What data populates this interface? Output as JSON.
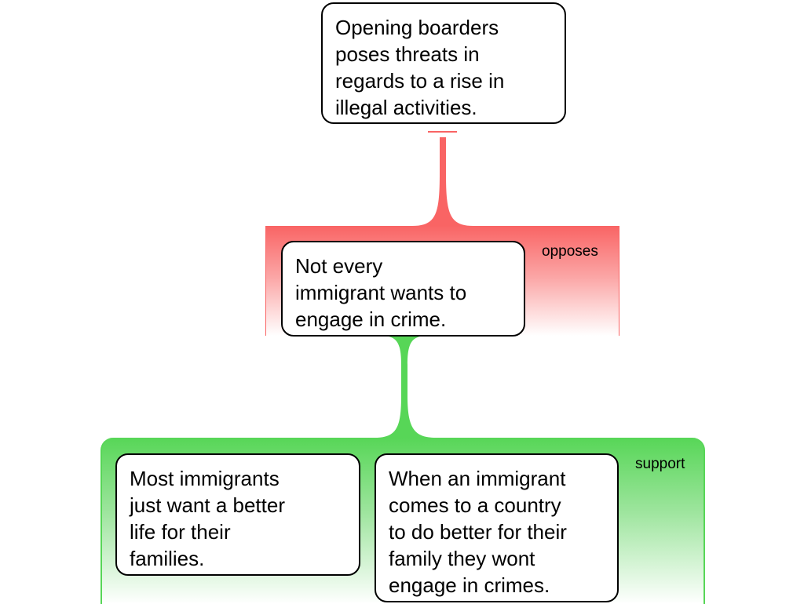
{
  "nodes": {
    "claim": "Opening boarders\nposes threats in\nregards to a rise in\nillegal activities.",
    "objection": "Not every\nimmigrant wants to\nengage in crime.",
    "support_1": "Most immigrants\njust want a better\nlife for their\nfamilies.",
    "support_2": "When an immigrant\ncomes to a country\nto do better for their\nfamily they wont\nengage in crimes."
  },
  "relations": {
    "opposes": "opposes",
    "support": "support"
  },
  "colors": {
    "oppose": "#f96464",
    "support": "#57d657"
  }
}
